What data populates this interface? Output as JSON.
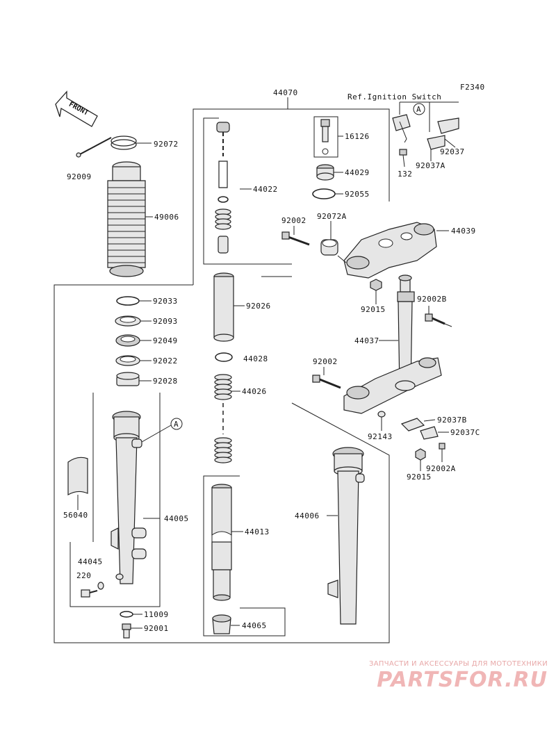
{
  "figure_code": "F2340",
  "front_label": "FRONT",
  "ref_label": "Ref.Ignition Switch",
  "callout_letter": "A",
  "labels": {
    "p92072": "92072",
    "p92009": "92009",
    "p49006": "49006",
    "p44070": "44070",
    "p44022": "44022",
    "p16126": "16126",
    "p44029": "44029",
    "p92055": "92055",
    "p92037": "92037",
    "p132": "132",
    "p92037A": "92037A",
    "p92002_top": "92002",
    "p92072A": "92072A",
    "p44039": "44039",
    "p92015_top": "92015",
    "p92002B": "92002B",
    "p44037": "44037",
    "p92002_mid": "92002",
    "p92037B": "92037B",
    "p92143": "92143",
    "p92037C": "92037C",
    "p92002A": "92002A",
    "p92015_bot": "92015",
    "p92033": "92033",
    "p92093": "92093",
    "p92049": "92049",
    "p92022": "92022",
    "p92028": "92028",
    "p92026": "92026",
    "p44028": "44028",
    "p44026": "44026",
    "p56040": "56040",
    "p44005": "44005",
    "p44045": "44045",
    "p220": "220",
    "p11009": "11009",
    "p92001": "92001",
    "p44013": "44013",
    "p44065": "44065",
    "p44006": "44006"
  },
  "watermark": {
    "subtitle": "ЗАПЧАСТИ И АКСЕССУАРЫ ДЛЯ МОТОТЕХНИКИ",
    "brand": "PARTSFOR.RU"
  }
}
